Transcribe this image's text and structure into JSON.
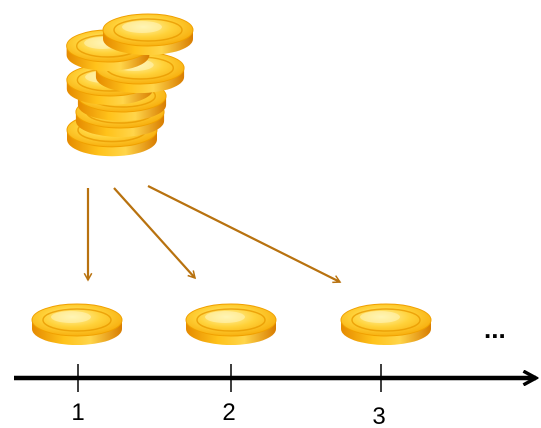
{
  "diagram": {
    "timeline": {
      "ticks": [
        {
          "label": "1"
        },
        {
          "label": "2"
        },
        {
          "label": "3"
        }
      ],
      "continuation": "..."
    },
    "colors": {
      "coin_light": "#ffe680",
      "coin_mid": "#ffc21a",
      "coin_dark": "#e58a00",
      "coin_edge": "#c96f00",
      "arrow": "#b8720f",
      "axis": "#000000",
      "background": "#ffffff"
    },
    "icons": {
      "coin_stack": "coin-stack-icon",
      "coin": "coin-icon"
    }
  }
}
